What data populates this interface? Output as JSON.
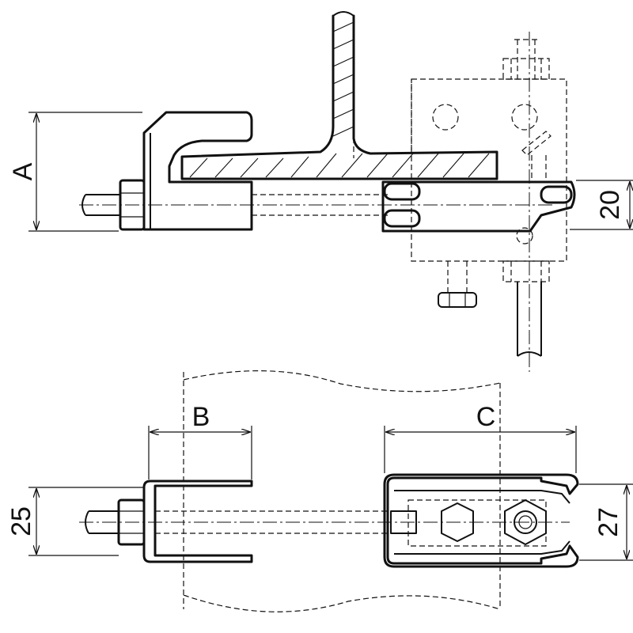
{
  "dimensions": {
    "top_height_label": "A",
    "top_flange_label": "20",
    "bottom_clamp_width_label": "B",
    "bottom_channel_width_label": "C",
    "bottom_clamp_height_label": "25",
    "bottom_channel_height_label": "27"
  }
}
